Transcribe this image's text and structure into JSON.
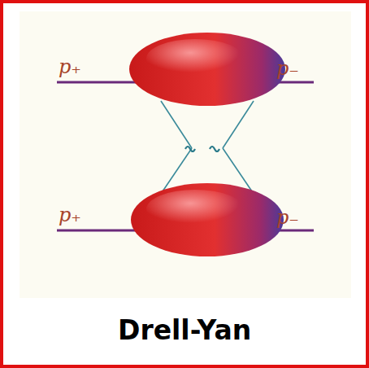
{
  "diagram": {
    "caption": "Drell-Yan",
    "labels": [
      "p₊",
      "p₋",
      "p₊",
      "p₋"
    ]
  }
}
